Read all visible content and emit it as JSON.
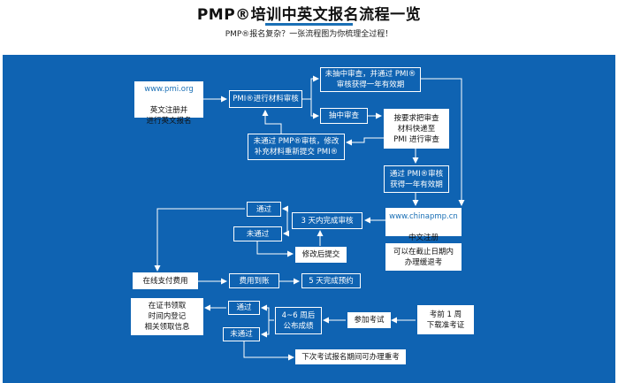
{
  "header": {
    "title": "PMP®培训中英文报名流程一览",
    "subtitle": "PMP®报名复杂？一张流程图为你梳理全过程！"
  },
  "colors": {
    "panel": "#0f63b2",
    "box": "#ffffff",
    "accent": "#1a6fb5"
  },
  "nodes": {
    "pmi_link": "www.pmi.org",
    "pmi_text": "英文注册并\n进行英文报名",
    "pmi_review": "PMI®进行材料审核",
    "not_audited": "未抽中审查，并通过 PMI®\n审核获得一年有效期",
    "audited": "抽中审查",
    "send_materials": "按要求把审查\n材料快递至\nPMI 进行审查",
    "failed_review": "未通过 PMP®审核，修改\n补充材料重新提交 PMI®",
    "passed_review": "通过 PMI®审核\n获得一年有效期",
    "chinapmp_link": "www.chinapmp.cn",
    "chinapmp_text": "中文注册",
    "deadline": "可以在截止日期内\n办理缓退考",
    "review_3days": "3 天内完成审核",
    "pass1": "通过",
    "fail1": "未通过",
    "revise": "修改后提交",
    "pay": "在线支付费用",
    "fee_received": "费用到账",
    "booking_5days": "5 天完成预约",
    "cert": "在证书领取\n时间内登记\n相关领取信息",
    "pass2": "通过",
    "fail2": "未通过",
    "results": "4~6 周后\n公布成绩",
    "exam": "参加考试",
    "admission": "考前 1 周\n下载准考证",
    "retake": "下次考试报名期间可办理重考"
  }
}
